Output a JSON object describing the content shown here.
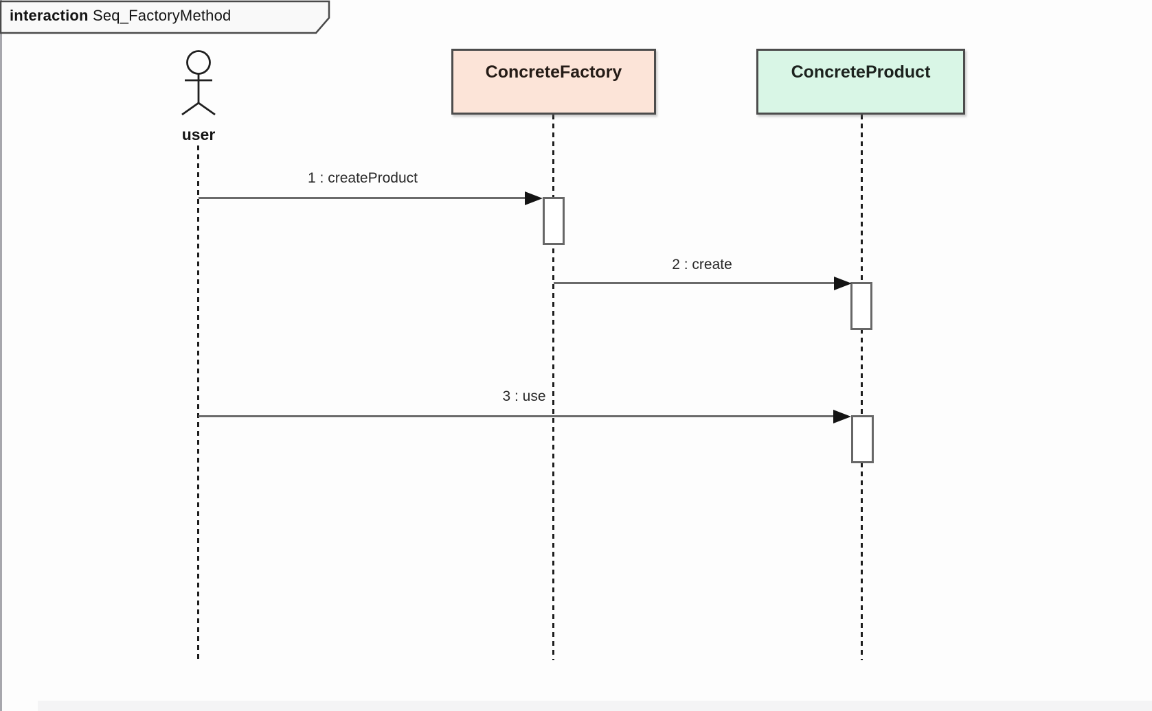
{
  "frame": {
    "keyword": "interaction",
    "name": "Seq_FactoryMethod"
  },
  "lifelines": [
    {
      "id": "user",
      "kind": "actor",
      "label": "user"
    },
    {
      "id": "concrete-factory",
      "kind": "object",
      "label": "ConcreteFactory",
      "fill": "#fce4d8"
    },
    {
      "id": "concrete-product",
      "kind": "object",
      "label": "ConcreteProduct",
      "fill": "#d9f6e6"
    }
  ],
  "messages": [
    {
      "num": "1",
      "label": "1 : createProduct",
      "from": "user",
      "to": "ConcreteFactory"
    },
    {
      "num": "2",
      "label": "2 : create",
      "from": "ConcreteFactory",
      "to": "ConcreteProduct"
    },
    {
      "num": "3",
      "label": "3 : use",
      "from": "user",
      "to": "ConcreteProduct"
    }
  ],
  "colors": {
    "factory_fill": "#fce4d8",
    "product_fill": "#d9f6e6",
    "box_border": "#4c4c4c",
    "message_line": "#6a6a6a",
    "arrowhead": "#141414",
    "lifeline_dash": "#1d1d1d",
    "text": "#1e1e1e",
    "canvas": "#fdfdfd"
  }
}
